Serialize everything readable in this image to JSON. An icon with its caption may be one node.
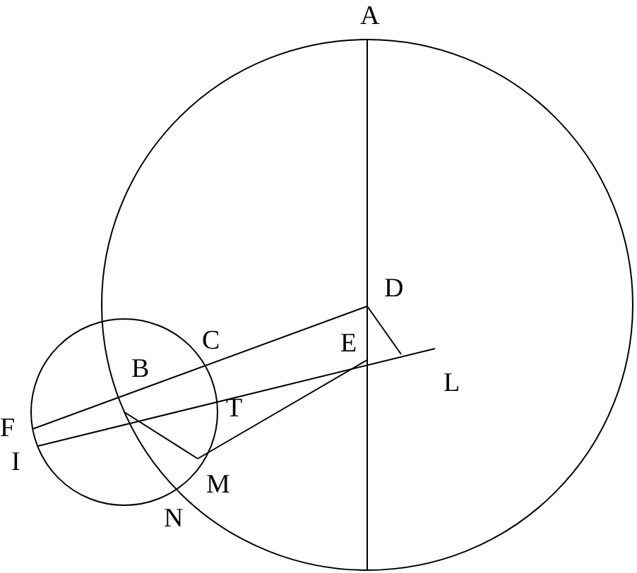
{
  "diagram": {
    "labels": [
      "A",
      "D",
      "C",
      "E",
      "B",
      "L",
      "T",
      "F",
      "I",
      "M",
      "N"
    ]
  }
}
